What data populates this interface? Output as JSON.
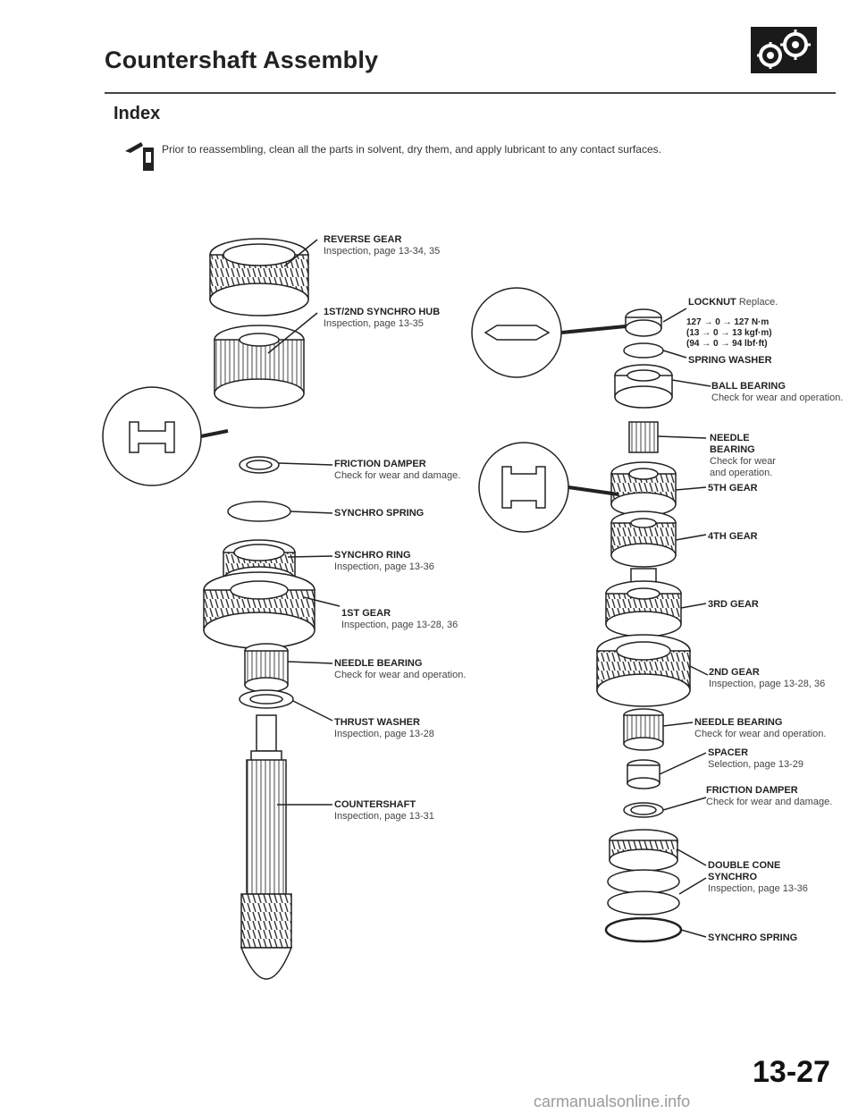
{
  "header": {
    "title": "Countershaft Assembly",
    "section": "Index",
    "note": "Prior to reassembling, clean all the parts in solvent, dry them, and apply lubricant to any contact surfaces."
  },
  "left_labels": [
    {
      "name": "REVERSE GEAR",
      "desc": "Inspection, page 13-34, 35"
    },
    {
      "name": "1ST/2ND SYNCHRO HUB",
      "desc": "Inspection, page 13-35"
    },
    {
      "name": "FRICTION DAMPER",
      "desc": "Check for wear and damage."
    },
    {
      "name": "SYNCHRO SPRING",
      "desc": ""
    },
    {
      "name": "SYNCHRO RING",
      "desc": "Inspection, page 13-36"
    },
    {
      "name": "1ST GEAR",
      "desc": "Inspection, page 13-28, 36"
    },
    {
      "name": "NEEDLE BEARING",
      "desc": "Check for wear and operation."
    },
    {
      "name": "THRUST WASHER",
      "desc": "Inspection, page 13-28"
    },
    {
      "name": "COUNTERSHAFT",
      "desc": "Inspection, page 13-31"
    }
  ],
  "right_labels": [
    {
      "name": "LOCKNUT",
      "desc": "Replace."
    },
    {
      "name": "SPRING WASHER",
      "desc": ""
    },
    {
      "name": "BALL BEARING",
      "desc": "Check for wear and operation."
    },
    {
      "name": "NEEDLE BEARING",
      "desc": "Check for wear and operation."
    },
    {
      "name": "5TH GEAR",
      "desc": ""
    },
    {
      "name": "4TH GEAR",
      "desc": ""
    },
    {
      "name": "3RD GEAR",
      "desc": ""
    },
    {
      "name": "2ND GEAR",
      "desc": "Inspection, page 13-28, 36"
    },
    {
      "name": "NEEDLE BEARING",
      "desc": "Check for wear and operation."
    },
    {
      "name": "SPACER",
      "desc": "Selection, page 13-29"
    },
    {
      "name": "FRICTION DAMPER",
      "desc": "Check for wear and damage."
    },
    {
      "name": "DOUBLE CONE SYNCHRO",
      "desc": "Inspection, page 13-36"
    },
    {
      "name": "SYNCHRO SPRING",
      "desc": ""
    }
  ],
  "torque": {
    "line1": "127 → 0 → 127 N·m",
    "line2": "(13 → 0 → 13 kgf·m)",
    "line3": "(94 → 0 → 94 lbf·ft)"
  },
  "footer": {
    "page_number": "13-27",
    "watermark": "carmanualsonline.info"
  }
}
